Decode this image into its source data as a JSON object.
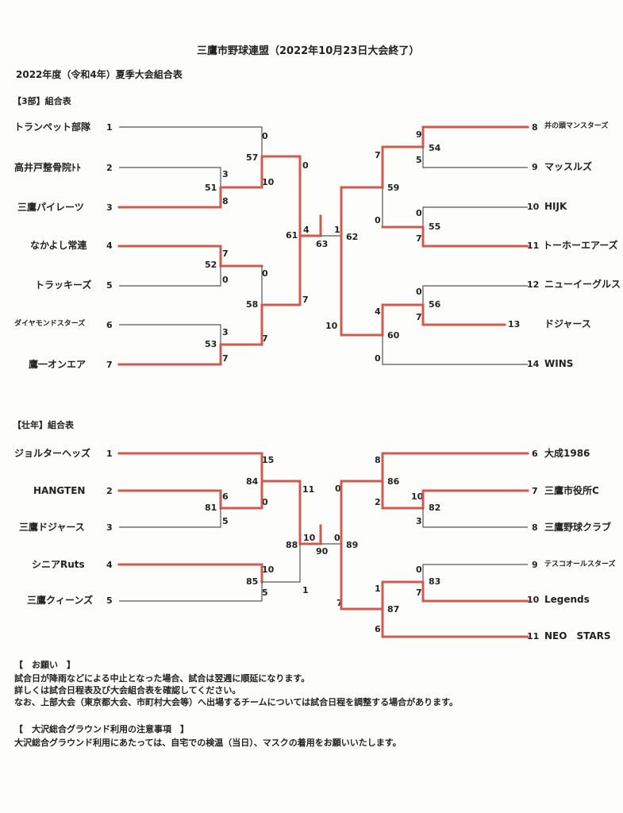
{
  "header": {
    "title": "三鷹市野球連盟（2022年10月23日大会終了）",
    "subtitle": "2022年度（令和4年）夏季大会組合表"
  },
  "div3": {
    "label": "【3部】組合表",
    "teams": [
      {
        "no": "1",
        "name": "トランペット部隊"
      },
      {
        "no": "2",
        "name": "高井戸整骨院ﾄﾄ"
      },
      {
        "no": "3",
        "name": "三鷹パイレーツ"
      },
      {
        "no": "4",
        "name": "なかよし常連"
      },
      {
        "no": "5",
        "name": "トラッキーズ"
      },
      {
        "no": "6",
        "name": "ダイヤモンドスターズ"
      },
      {
        "no": "7",
        "name": "鷹一オンエア"
      },
      {
        "no": "8",
        "name": "井の頭マンスターズ"
      },
      {
        "no": "9",
        "name": "マッスルズ"
      },
      {
        "no": "10",
        "name": "HIJK"
      },
      {
        "no": "11",
        "name": "トーホーエアーズ"
      },
      {
        "no": "12",
        "name": "ニューイーグルス"
      },
      {
        "no": "13",
        "name": "ドジャース"
      },
      {
        "no": "14",
        "name": "WINS"
      }
    ],
    "matches": [
      "51",
      "52",
      "53",
      "54",
      "55",
      "56",
      "57",
      "58",
      "59",
      "60",
      "61",
      "62",
      "63"
    ],
    "scores": [
      "0",
      "3",
      "8",
      "10",
      "0",
      "7",
      "0",
      "3",
      "7",
      "7",
      "0",
      "7",
      "9",
      "5",
      "0",
      "7",
      "0",
      "7",
      "7",
      "0",
      "4",
      "0",
      "10",
      "4",
      "1"
    ]
  },
  "senior": {
    "label": "【壮年】組合表",
    "teams": [
      {
        "no": "1",
        "name": "ジョルターヘッズ"
      },
      {
        "no": "2",
        "name": "HANGTEN"
      },
      {
        "no": "3",
        "name": "三鷹ドジャース"
      },
      {
        "no": "4",
        "name": "シニアRuts"
      },
      {
        "no": "5",
        "name": "三鷹クィーンズ"
      },
      {
        "no": "6",
        "name": "大成1986"
      },
      {
        "no": "7",
        "name": "三鷹市役所C"
      },
      {
        "no": "8",
        "name": "三鷹野球クラブ"
      },
      {
        "no": "9",
        "name": "テスコオールスターズ"
      },
      {
        "no": "10",
        "name": "Legends"
      },
      {
        "no": "11",
        "name": "NEO　STARS"
      }
    ],
    "matches": [
      "81",
      "82",
      "83",
      "84",
      "85",
      "86",
      "87",
      "88",
      "89",
      "90"
    ],
    "scores": [
      "15",
      "6",
      "5",
      "0",
      "10",
      "5",
      "11",
      "1",
      "8",
      "0",
      "10",
      "3",
      "2",
      "0",
      "7",
      "1",
      "6",
      "7",
      "10",
      "0"
    ]
  },
  "notes": {
    "request_heading": "【　お願い　】",
    "request_lines": [
      "試合日が降雨などによる中止となった場合、試合は翌週に順延になります。",
      "詳しくは試合日程表及び大会組合表を確認してください。",
      "なお、上部大会（東京都大会、市町村大会等）へ出場するチームについては試合日程を調整する場合があります。"
    ],
    "ground_heading": "【　大沢総合グラウンド利用の注意事項　】",
    "ground_line": "大沢総合グラウンド利用にあたっては、自宅での検温（当日）、マスクの着用をお願いいたします。"
  },
  "colors": {
    "winner_line": "#d05a50",
    "bracket_line": "#555555"
  }
}
